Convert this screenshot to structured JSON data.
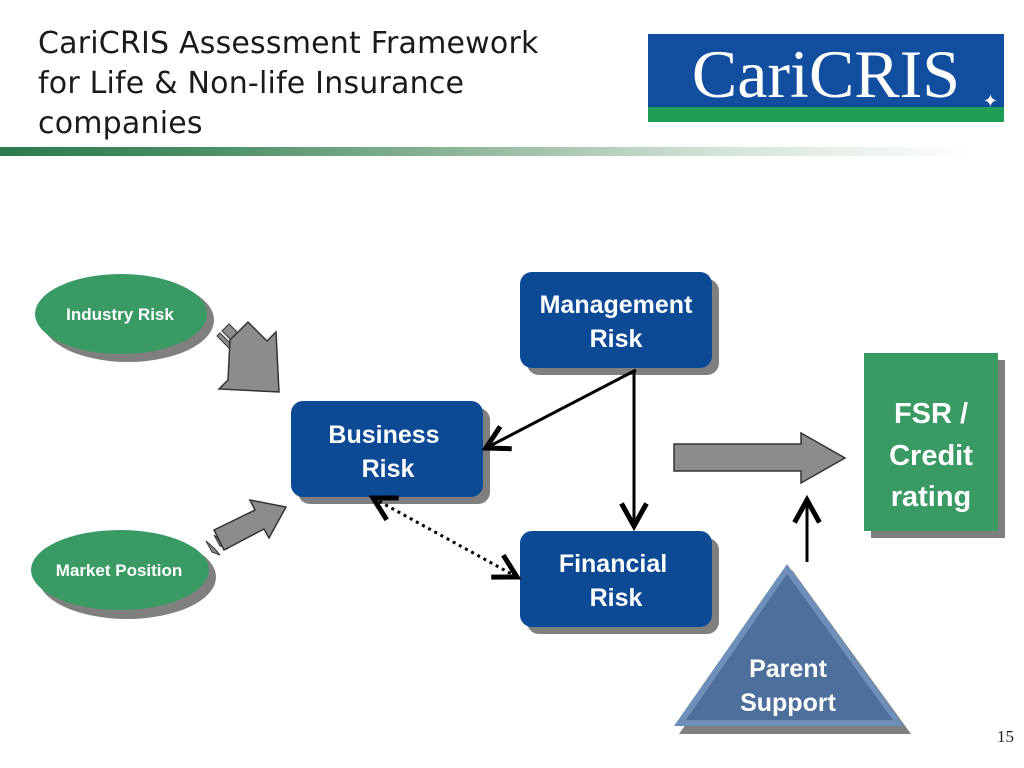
{
  "slide": {
    "title_line1": "CariCRIS Assessment Framework",
    "title_line2": "for Life & Non-life Insurance",
    "title_line3": "companies",
    "page_number": "15"
  },
  "logo": {
    "text": "CariCRIS",
    "colors": {
      "background": "#124ea0",
      "band": "#1e9f55"
    }
  },
  "diagram": {
    "nodes": {
      "industry_risk": {
        "label": "Industry Risk"
      },
      "market_position": {
        "label": "Market Position"
      },
      "management_risk": {
        "line1": "Management",
        "line2": "Risk"
      },
      "business_risk": {
        "line1": "Business",
        "line2": "Risk"
      },
      "financial_risk": {
        "line1": "Financial",
        "line2": "Risk"
      },
      "fsr_credit_rating": {
        "line1": "FSR /",
        "line2": "Credit",
        "line3": "rating"
      },
      "parent_support": {
        "line1": "Parent",
        "line2": "Support"
      }
    },
    "colors": {
      "blue_box": "#0d4a96",
      "green": "#3a9a64",
      "triangle": "#4d6f9c",
      "gray_arrow": "#8c8c8c"
    }
  }
}
